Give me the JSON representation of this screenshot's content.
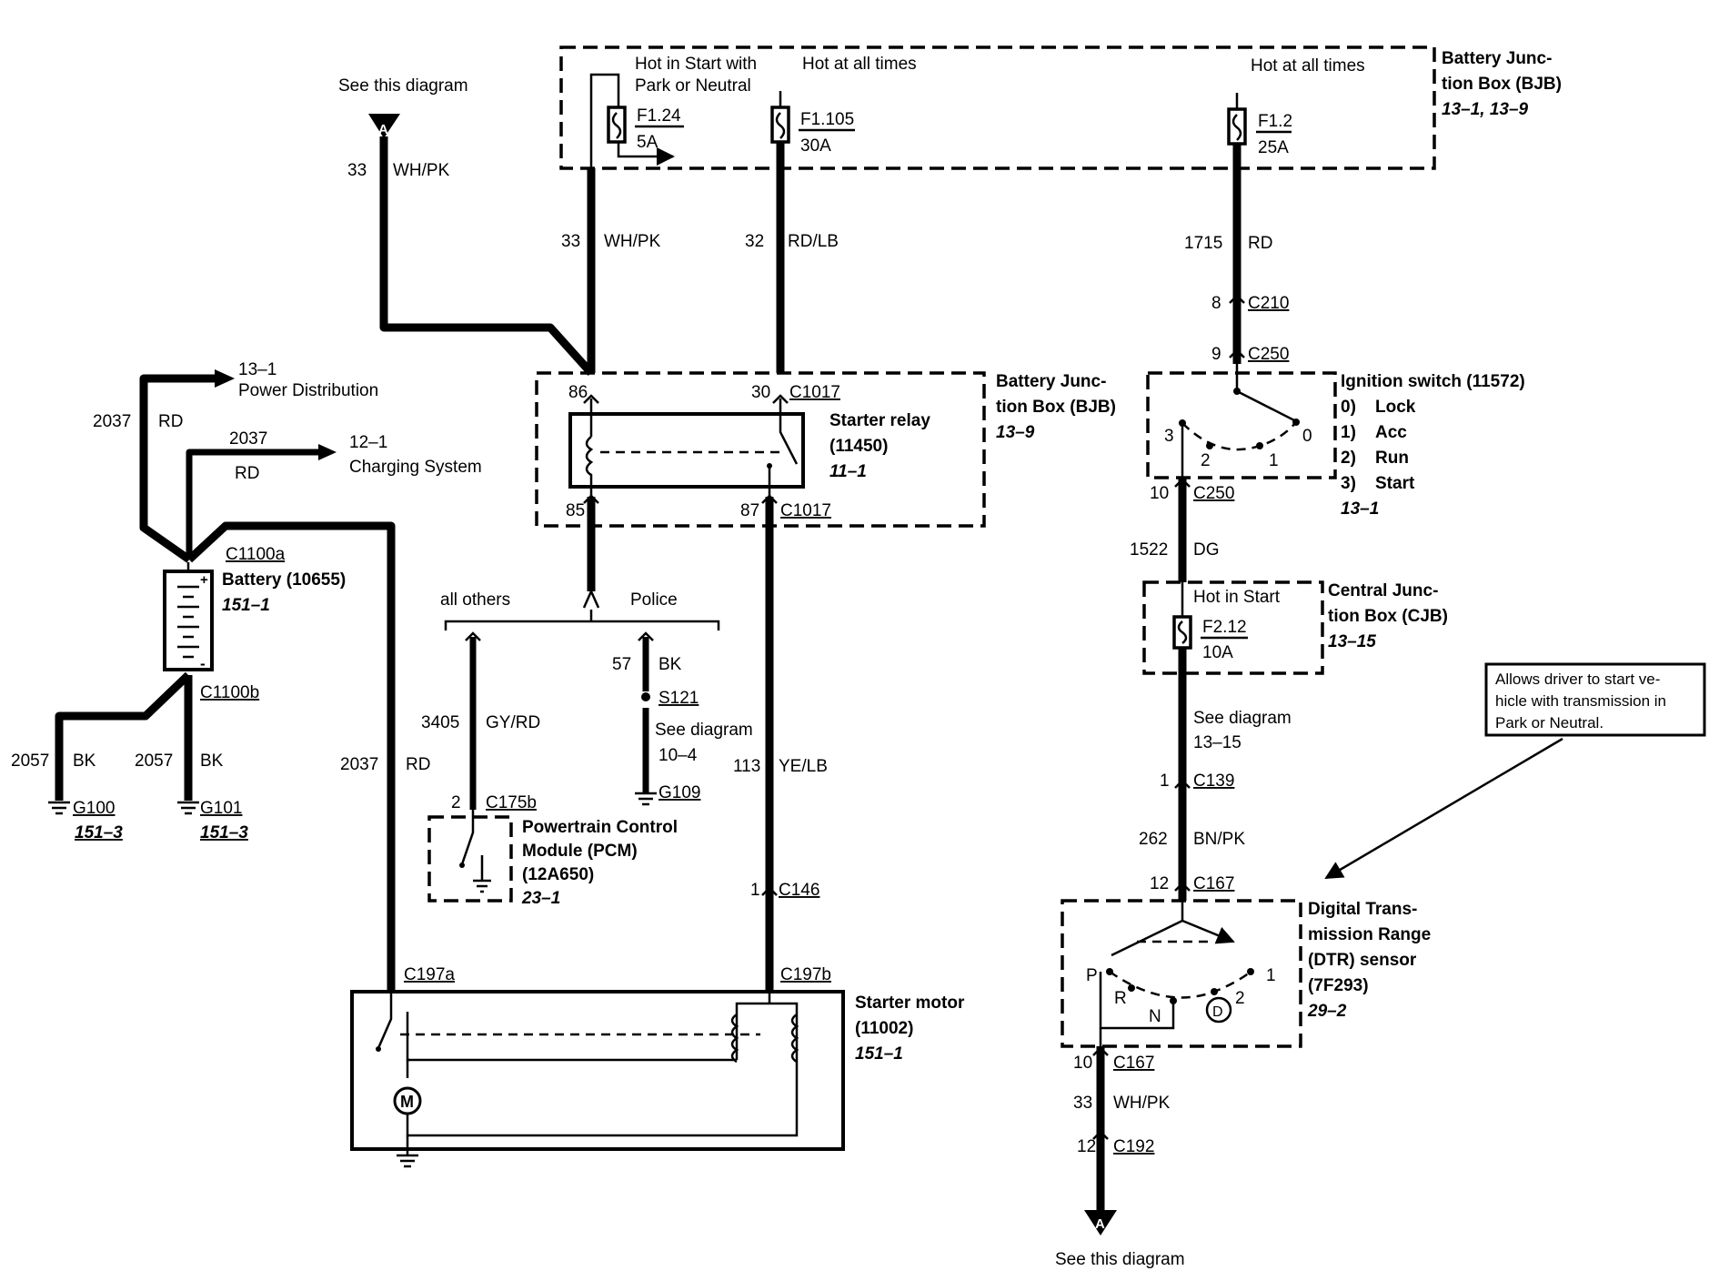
{
  "connectors": {
    "top": "See this diagram",
    "bottom": "See this diagram",
    "marker": "A"
  },
  "bjb_top": {
    "name": "Battery Junc-",
    "name2": "tion Box (BJB)",
    "ref": "13–1, 13–9",
    "hot1": "Hot in Start with",
    "hot1b": "Park or Neutral",
    "hot2": "Hot at all times",
    "hot3": "Hot at all times",
    "fuses": [
      {
        "id": "F1.24",
        "amp": "5A"
      },
      {
        "id": "F1.105",
        "amp": "30A"
      },
      {
        "id": "F1.2",
        "amp": "25A"
      }
    ]
  },
  "wires": {
    "w33_top_num": "33",
    "w33_top_col": "WH/PK",
    "w33_num": "33",
    "w33_col": "WH/PK",
    "w32_num": "32",
    "w32_col": "RD/LB",
    "w1715_num": "1715",
    "w1715_col": "RD",
    "w2037a_num": "2037",
    "w2037a_col": "RD",
    "w2037b_num": "2037",
    "w2037b_col": "RD",
    "w2037c_num": "2037",
    "w2037c_col": "RD",
    "w2057a_num": "2057",
    "w2057a_col": "BK",
    "w2057b_num": "2057",
    "w2057b_col": "BK",
    "w3405_num": "3405",
    "w3405_col": "GY/RD",
    "w57_num": "57",
    "w57_col": "BK",
    "w113_num": "113",
    "w113_col": "YE/LB",
    "w1522_num": "1522",
    "w1522_col": "DG",
    "w262_num": "262",
    "w262_col": "BN/PK",
    "w33b_num": "33",
    "w33b_col": "WH/PK"
  },
  "refs": {
    "power_dist_num": "13–1",
    "power_dist": "Power Distribution",
    "charging_num": "12–1",
    "charging": "Charging System"
  },
  "battery": {
    "name": "Battery (10655)",
    "ref": "151–1",
    "c_top": "C1100a",
    "c_bot": "C1100b"
  },
  "grounds": [
    {
      "id": "G100",
      "ref": "151–3"
    },
    {
      "id": "G101",
      "ref": "151–3"
    },
    {
      "id": "G109"
    }
  ],
  "relay_box": {
    "name": "Battery Junc-",
    "name2": "tion Box (BJB)",
    "ref": "13–9",
    "relay": "Starter relay",
    "relay_num": "(11450)",
    "relay_ref": "11–1",
    "pin86": "86",
    "pin30": "30",
    "pin85": "85",
    "pin87": "87",
    "c1": "C1017",
    "c2": "C1017"
  },
  "splice": {
    "all_others": "all others",
    "police": "Police",
    "s121": "S121",
    "see": "See diagram",
    "see_ref": "10–4"
  },
  "pcm": {
    "pin": "2",
    "conn": "C175b",
    "name": "Powertrain Control",
    "name2": "Module (PCM)",
    "num": "(12A650)",
    "ref": "23–1"
  },
  "c146": {
    "pin": "1",
    "conn": "C146"
  },
  "starter": {
    "c_a": "C197a",
    "c_b": "C197b",
    "name": "Starter motor",
    "num": "(11002)",
    "ref": "151–1",
    "motor": "M"
  },
  "ign": {
    "c210_pin": "8",
    "c210": "C210",
    "c250_pin": "9",
    "c250": "C250",
    "c250b_pin": "10",
    "c250b": "C250",
    "name": "Ignition switch (11572)",
    "pos": [
      "0)",
      "1)",
      "2)",
      "3)"
    ],
    "pos_lbl": [
      "Lock",
      "Acc",
      "Run",
      "Start"
    ],
    "ref": "13–1",
    "n3": "3",
    "n2": "2",
    "n1": "1",
    "n0": "0"
  },
  "cjb": {
    "name": "Central Junc-",
    "name2": "tion Box (CJB)",
    "ref": "13–15",
    "hot": "Hot in Start",
    "fuse": "F2.12",
    "amp": "10A",
    "see": "See diagram",
    "see_ref": "13–15"
  },
  "c139": {
    "pin": "1",
    "conn": "C139"
  },
  "c167": {
    "pin": "12",
    "conn": "C167",
    "pin_b": "10",
    "conn_b": "C167"
  },
  "c192": {
    "pin": "12",
    "conn": "C192"
  },
  "note": {
    "l1": "Allows driver to start ve-",
    "l2": "hicle with transmission in",
    "l3": "Park or Neutral."
  },
  "dtr": {
    "name": "Digital Trans-",
    "name2": "mission Range",
    "name3": "(DTR) sensor",
    "num": "(7F293)",
    "ref": "29–2",
    "p": "P",
    "r": "R",
    "n": "N",
    "d": "D",
    "two": "2",
    "one": "1"
  }
}
